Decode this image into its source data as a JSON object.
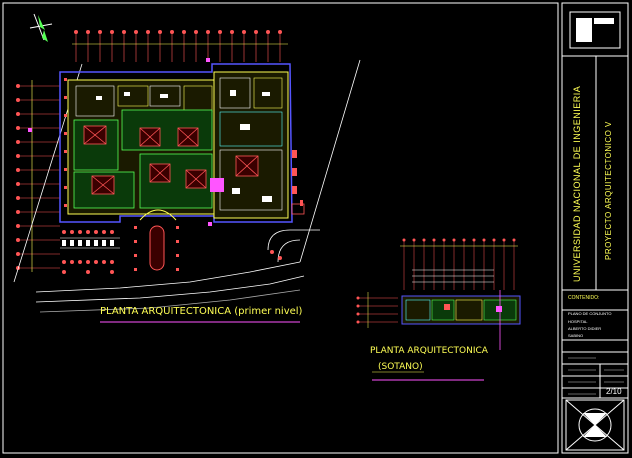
{
  "drawing": {
    "title_primer_nivel": "PLANTA ARQUITECTONICA (primer nivel)",
    "title_sotano_line1": "PLANTA ARQUITECTONICA",
    "title_sotano_line2": "(SOTANO)"
  },
  "title_block": {
    "university": "UNIVERSIDAD NACIONAL DE INGENIERIA",
    "course": "PROYECTO ARQUITECTONICO V",
    "contenido_label": "CONTENIDO:",
    "contenido_value": "PLANO DE CONJUNTO",
    "project_lines": [
      "HOSPITAL",
      "ALBERTO DIDIER",
      "SABINO"
    ],
    "sheet_number": "2/10",
    "colors": {
      "frame": "#ffffff",
      "accent": "#ffff55",
      "text": "#ffffff"
    }
  }
}
